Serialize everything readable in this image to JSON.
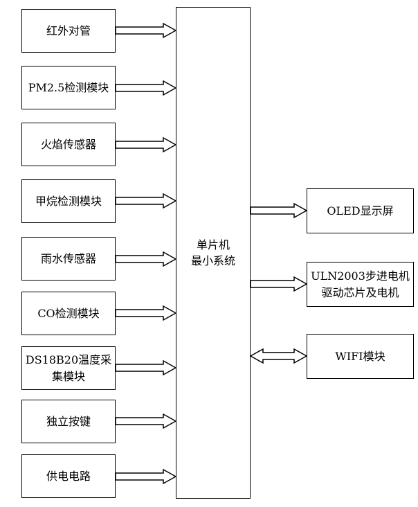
{
  "mcu": {
    "line1": "单片机",
    "line2": "最小系统"
  },
  "inputs": [
    "红外对管",
    "PM2.5检测模块",
    "火焰传感器",
    "甲烷检测模块",
    "雨水传感器",
    "CO检测模块",
    "DS18B20温度采\n集模块",
    "独立按键",
    "供电电路"
  ],
  "outputs": [
    "OLED显示屏",
    "ULN2003步进电机\n驱动芯片及电机",
    "WIFI模块"
  ],
  "colors": {
    "line": "#000000",
    "fill": "#ffffff"
  }
}
